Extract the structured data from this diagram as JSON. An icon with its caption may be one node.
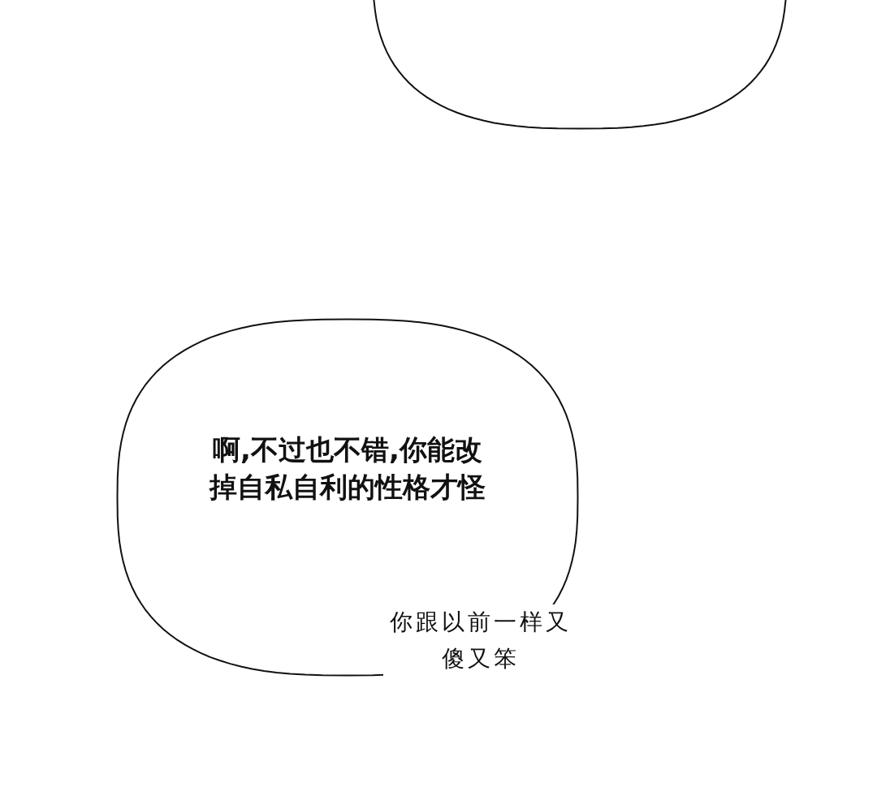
{
  "diagram": {
    "nodes": [
      {
        "text": [],
        "shape": "ellipse"
      },
      {
        "text": [
          "啊,不过也不错,你能改掉自私自利的性格才怪"
        ]
      }
    ],
    "edges": [],
    "labels": [
      "你跟以前一样又傻又笨"
    ]
  }
}
